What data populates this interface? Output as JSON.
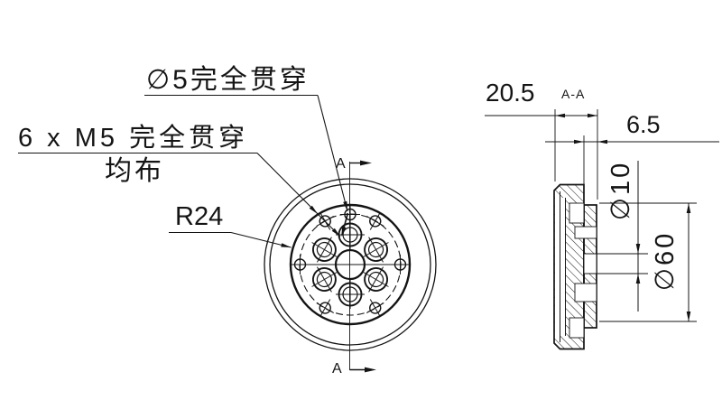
{
  "drawing": {
    "title_note": "flange section drawing",
    "labels": {
      "hole_d5": "∅5完全贯穿",
      "holes_m5": "6 x M5 完全贯穿",
      "m5_distribution": "均布",
      "radius": "R24",
      "thickness": "20.5",
      "section_name": "A-A",
      "boss_thickness": "6.5",
      "bore_diameter": "∅10",
      "outer_diameter": "∅60",
      "section_letter_top": "A",
      "section_letter_bottom": "A"
    },
    "colors": {
      "line": "#141414",
      "background": "#ffffff"
    }
  }
}
